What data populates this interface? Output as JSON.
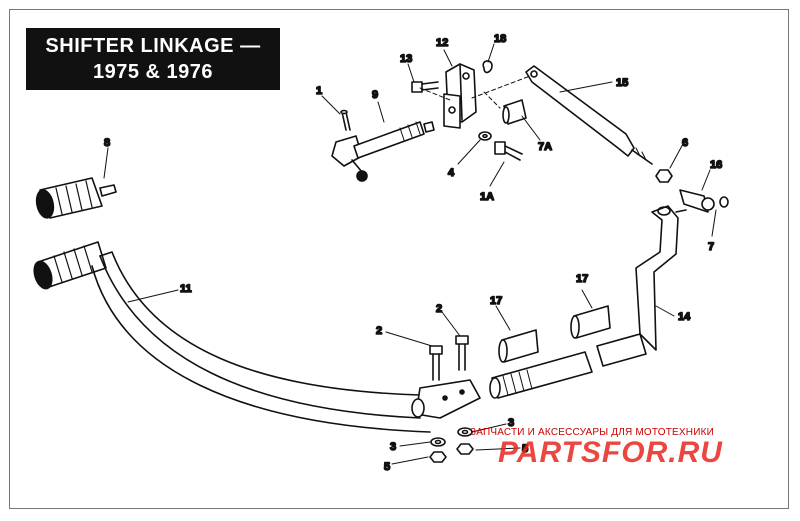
{
  "title": {
    "line1": "SHIFTER LINKAGE —",
    "line2": "1975 & 1976"
  },
  "callouts": {
    "c1": "1",
    "c9": "9",
    "c13": "13",
    "c12": "12",
    "c18": "18",
    "c15": "15",
    "c4": "4",
    "c7a": "7A",
    "c1a": "1A",
    "c6": "6",
    "c16": "16",
    "c7": "7",
    "c8": "8",
    "c11": "11",
    "c2a": "2",
    "c2b": "2",
    "c17a": "17",
    "c17b": "17",
    "c14": "14",
    "c3a": "3",
    "c3b": "3",
    "c5a": "5",
    "c5b": "5"
  },
  "watermark": {
    "caption": "ЗАПЧАСТИ И АКСЕССУАРЫ ДЛЯ МОТОТЕХНИКИ",
    "logo": "PARTSFOR.RU"
  }
}
